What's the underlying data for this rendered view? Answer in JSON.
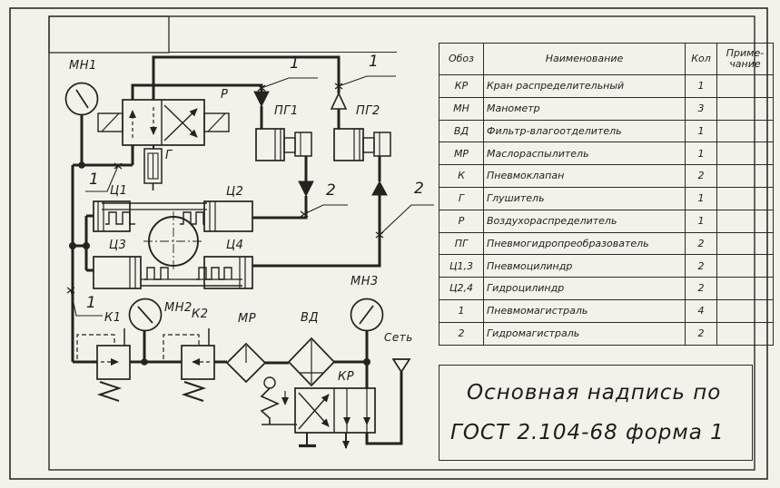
{
  "drawing": {
    "component_labels": {
      "mn1": "МН1",
      "mn2": "МН2",
      "mn3": "МН3",
      "k1": "К1",
      "k2": "К2",
      "mr": "МР",
      "vd": "ВД",
      "kr": "КР",
      "r": "Р",
      "g": "Г",
      "pg1": "ПГ1",
      "pg2": "ПГ2",
      "c1": "Ц1",
      "c2": "Ц2",
      "c3": "Ц3",
      "c4": "Ц4",
      "net": "Сеть"
    },
    "line_callouts": {
      "pneumatic": "1",
      "hydraulic": "2"
    },
    "icons": {
      "gauge": "pressure-gauge-icon",
      "check_valve": "check-valve-icon",
      "muffler": "muffler-icon",
      "filter": "filter-diamond-icon",
      "lubricator": "lubricator-diamond-icon",
      "spring": "spring-icon",
      "exhaust": "exhaust-port-icon"
    },
    "colors": {
      "ink": "#23231f",
      "paper": "#f3f1ea"
    }
  },
  "parts_table": {
    "headers": [
      "Обоз",
      "Наименование",
      "Кол",
      "Приме-чание"
    ],
    "rows": [
      {
        "code": "КР",
        "name": "Кран распределительный",
        "qty": "1",
        "note": ""
      },
      {
        "code": "МН",
        "name": "Манометр",
        "qty": "3",
        "note": ""
      },
      {
        "code": "ВД",
        "name": "Фильтр-влагоотделитель",
        "qty": "1",
        "note": ""
      },
      {
        "code": "МР",
        "name": "Маслораспылитель",
        "qty": "1",
        "note": ""
      },
      {
        "code": "К",
        "name": "Пневмоклапан",
        "qty": "2",
        "note": ""
      },
      {
        "code": "Г",
        "name": "Глушитель",
        "qty": "1",
        "note": ""
      },
      {
        "code": "Р",
        "name": "Воздухораспределитель",
        "qty": "1",
        "note": ""
      },
      {
        "code": "ПГ",
        "name": "Пневмогидропреобразователь",
        "qty": "2",
        "note": ""
      },
      {
        "code": "Ц1,3",
        "name": "Пневмоцилиндр",
        "qty": "2",
        "note": ""
      },
      {
        "code": "Ц2,4",
        "name": "Гидроцилиндр",
        "qty": "2",
        "note": ""
      },
      {
        "code": "1",
        "name": "Пневмомагистраль",
        "qty": "4",
        "note": ""
      },
      {
        "code": "2",
        "name": "Гидромагистраль",
        "qty": "2",
        "note": ""
      }
    ]
  },
  "title_block": {
    "line1": "Основная надпись по",
    "line2": "ГОСТ 2.104-68 форма 1"
  }
}
